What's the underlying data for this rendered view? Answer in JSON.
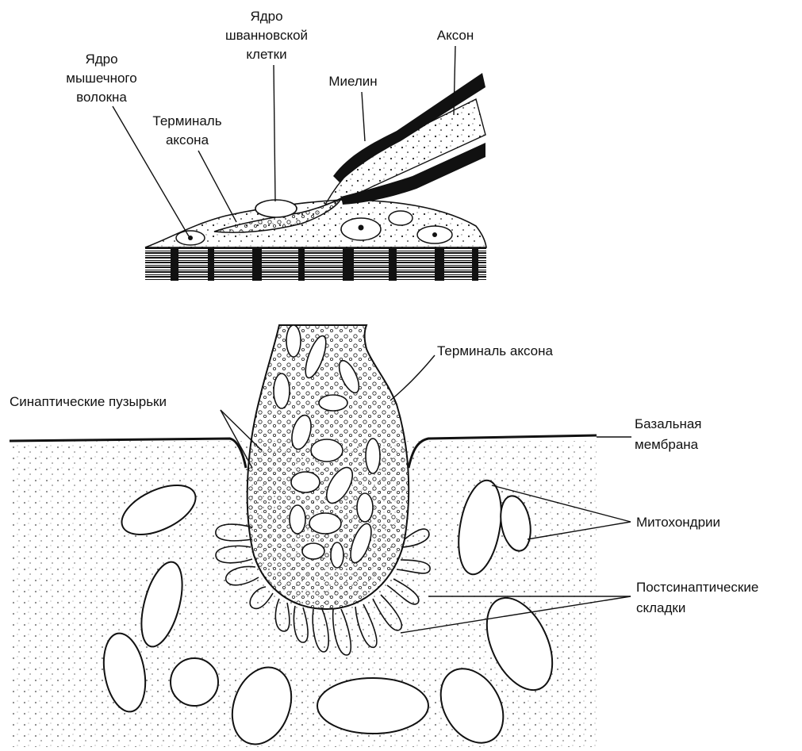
{
  "top_diagram": {
    "labels": {
      "muscle_nucleus": [
        "Ядро",
        "мышечного",
        "волокна"
      ],
      "schwann_nucleus": [
        "Ядро",
        "шванновской",
        "клетки"
      ],
      "axon": "Аксон",
      "myelin": "Миелин",
      "terminal": [
        "Терминаль",
        "аксона"
      ]
    }
  },
  "bottom_diagram": {
    "labels": {
      "terminal": "Терминаль аксона",
      "vesicles": "Синаптические пузырьки",
      "basal_membrane": [
        "Базальная",
        "мембрана"
      ],
      "mitochondria": "Митохондрии",
      "folds": [
        "Постсинаптические",
        "складки"
      ]
    }
  }
}
